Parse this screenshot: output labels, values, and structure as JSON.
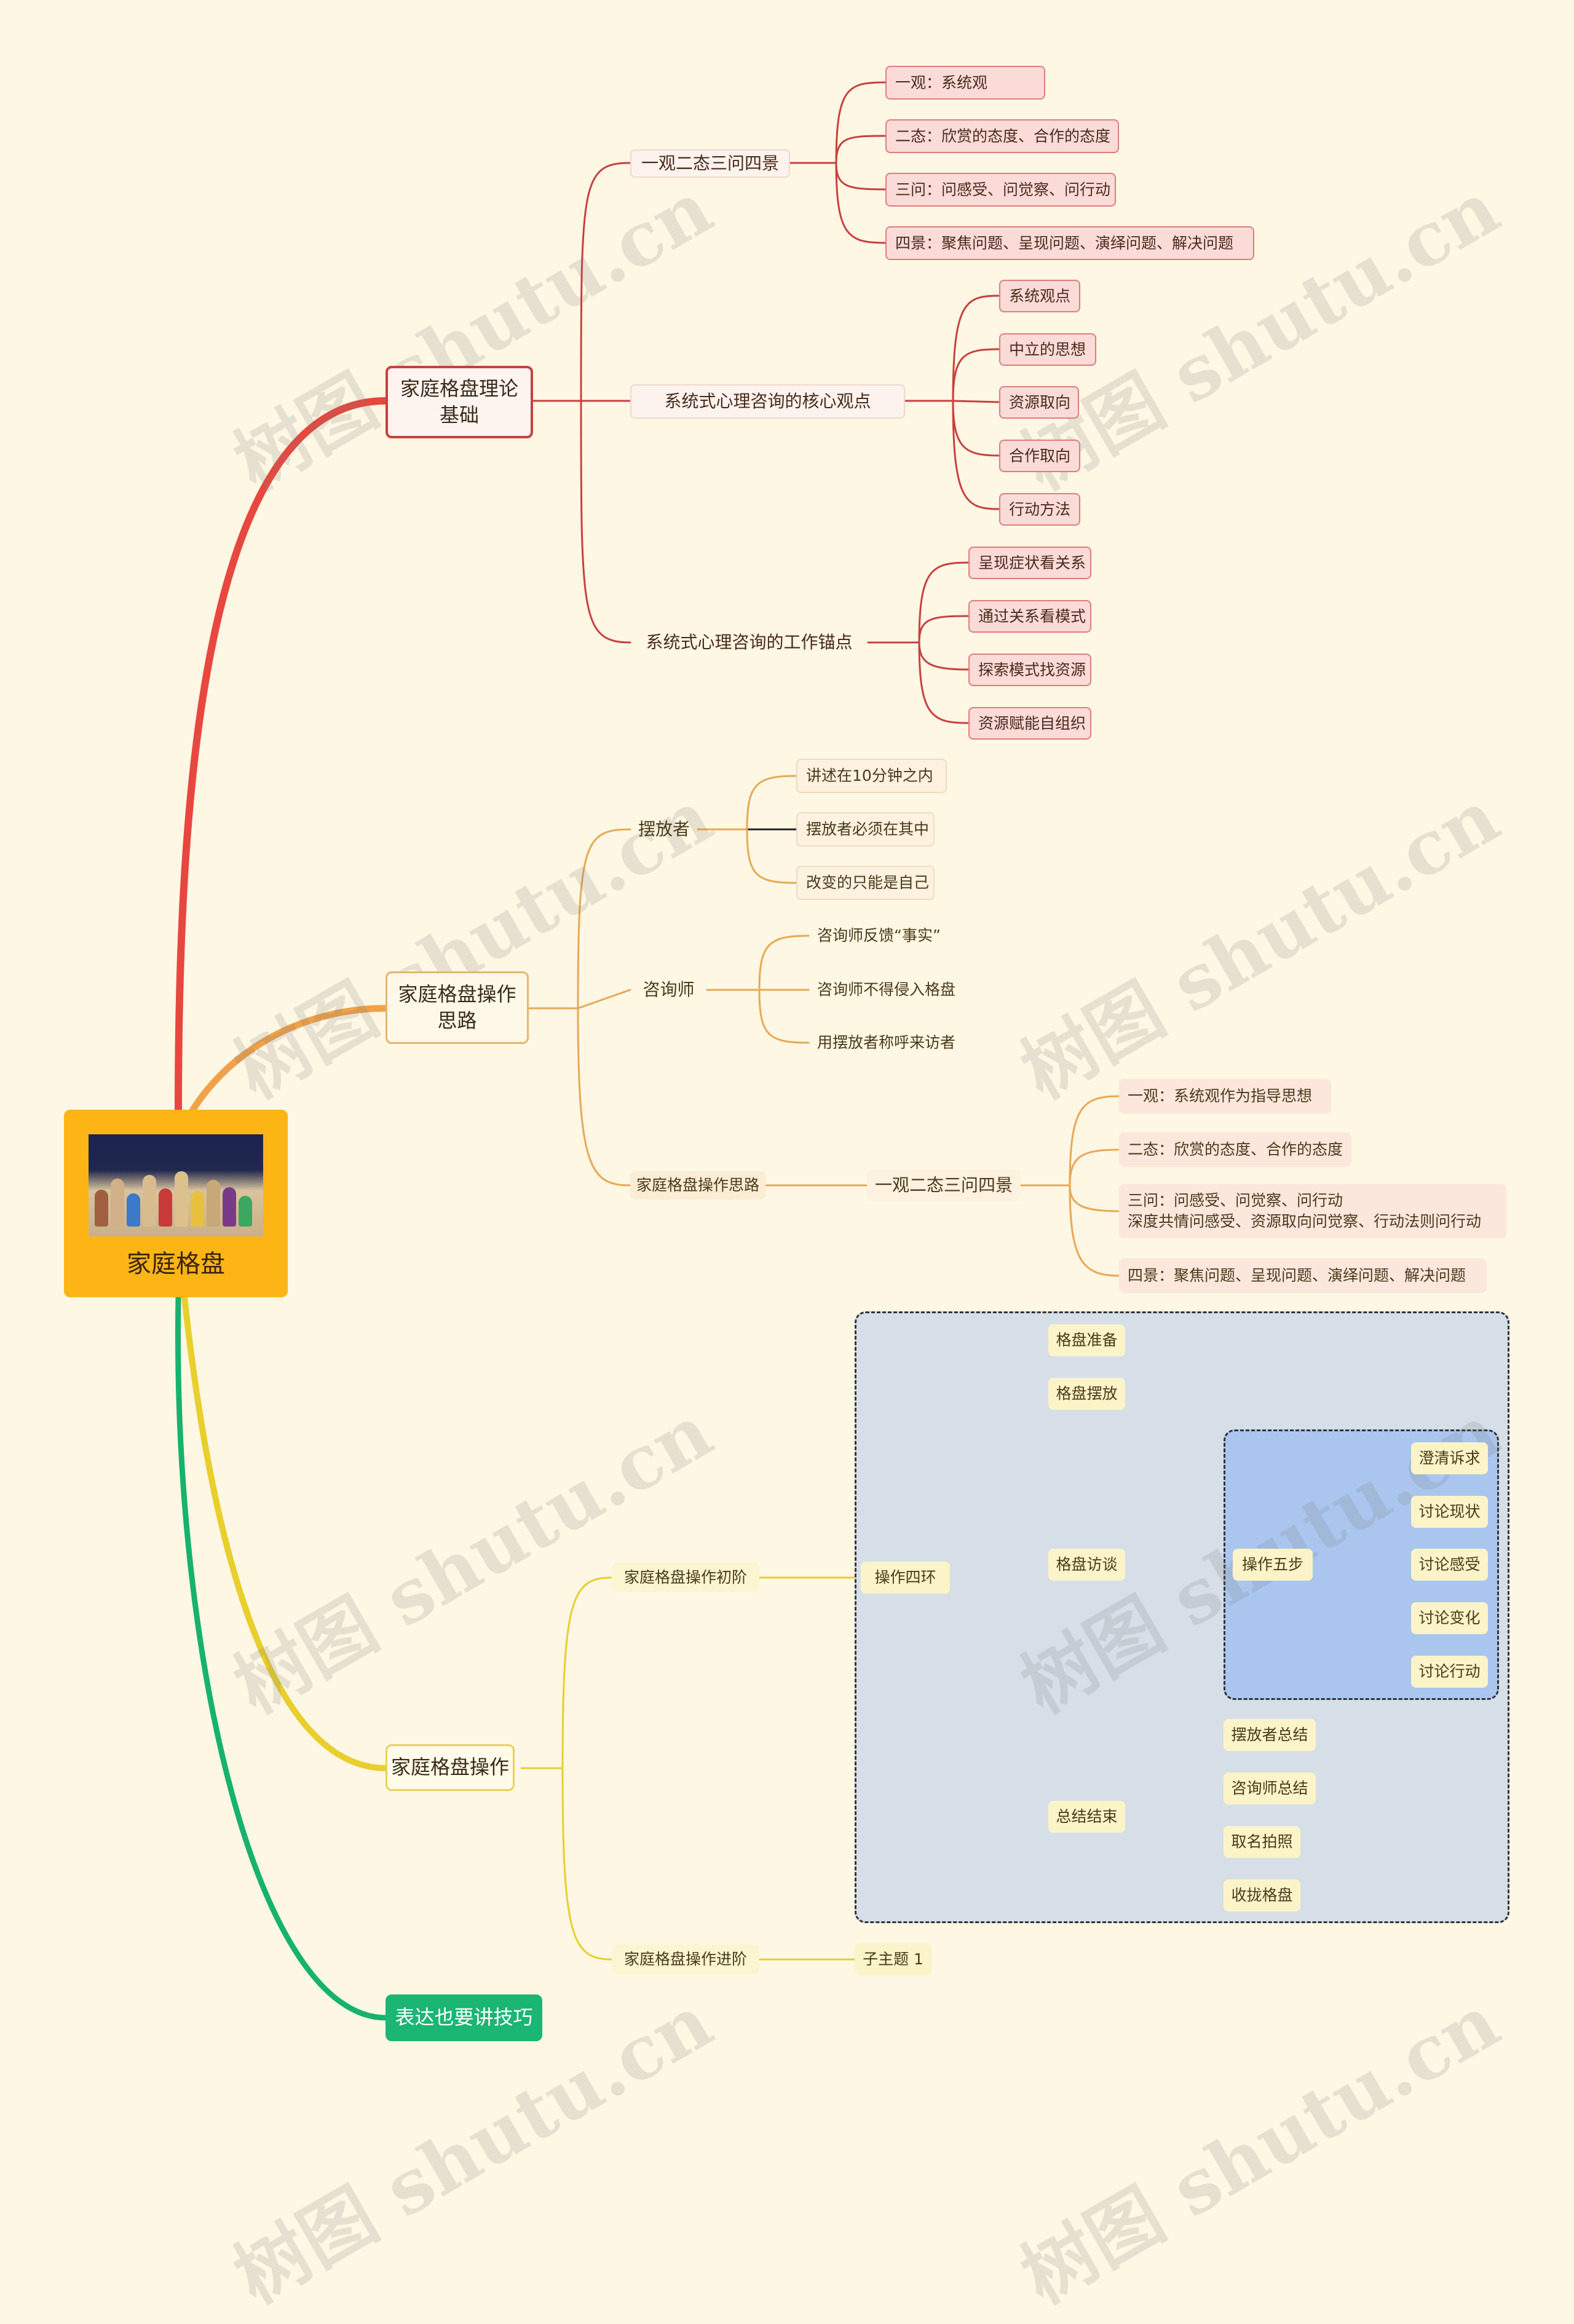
{
  "root": {
    "title": "家庭格盘",
    "image": "wooden-family-figures-photo"
  },
  "watermark": "树图 shutu.cn",
  "colors": {
    "background": "#fdf7e3",
    "root": "#fcb514",
    "branch_red": "#e8473f",
    "branch_orange": "#f0a24a",
    "branch_yellow": "#e8cf2c",
    "branch_green": "#17b26d"
  },
  "theory": {
    "title": "家庭格盘理论\n基础",
    "yiguan": {
      "title": "一观二态三问四景",
      "items": [
        "一观：系统观",
        "二态：欣赏的态度、合作的态度",
        "三问：问感受、问觉察、问行动",
        "四景：聚焦问题、呈现问题、演绎问题、解决问题"
      ]
    },
    "core": {
      "title": "系统式心理咨询的核心观点",
      "items": [
        "系统观点",
        "中立的思想",
        "资源取向",
        "合作取向",
        "行动方法"
      ]
    },
    "anchor": {
      "title": "系统式心理咨询的工作锚点",
      "items": [
        "呈现症状看关系",
        "通过关系看模式",
        "探索模式找资源",
        "资源赋能自组织"
      ]
    }
  },
  "thinking": {
    "title": "家庭格盘操作\n思路",
    "placer": {
      "title": "摆放者",
      "items": [
        "讲述在10分钟之内",
        "摆放者必须在其中",
        "改变的只能是自己"
      ]
    },
    "counselor": {
      "title": "咨询师",
      "items": [
        "咨询师反馈“事实”",
        "咨询师不得侵入格盘",
        "用摆放者称呼来访者"
      ]
    },
    "idea": {
      "title": "家庭格盘操作思路",
      "sub": "一观二态三问四景",
      "items": [
        "一观：系统观作为指导思想",
        "二态：欣赏的态度、合作的态度",
        "三问：问感受、问觉察、问行动\n深度共情问感受、资源取向问觉察、行动法则问行动",
        "四景：聚焦问题、呈现问题、演绎问题、解决问题"
      ]
    }
  },
  "operation": {
    "title": "家庭格盘操作",
    "beginner": {
      "title": "家庭格盘操作初阶",
      "four": {
        "title": "操作四环",
        "prepare": "格盘准备",
        "place": "格盘摆放",
        "interview": {
          "title": "格盘访谈",
          "five": {
            "title": "操作五步",
            "items": [
              "澄清诉求",
              "讨论现状",
              "讨论感受",
              "讨论变化",
              "讨论行动"
            ]
          }
        },
        "summary": {
          "title": "总结结束",
          "items": [
            "摆放者总结",
            "咨询师总结",
            "取名拍照",
            "收拢格盘"
          ]
        }
      }
    },
    "advanced": {
      "title": "家庭格盘操作进阶",
      "sub": "子主题 1"
    }
  },
  "expression": {
    "title": "表达也要讲技巧"
  }
}
